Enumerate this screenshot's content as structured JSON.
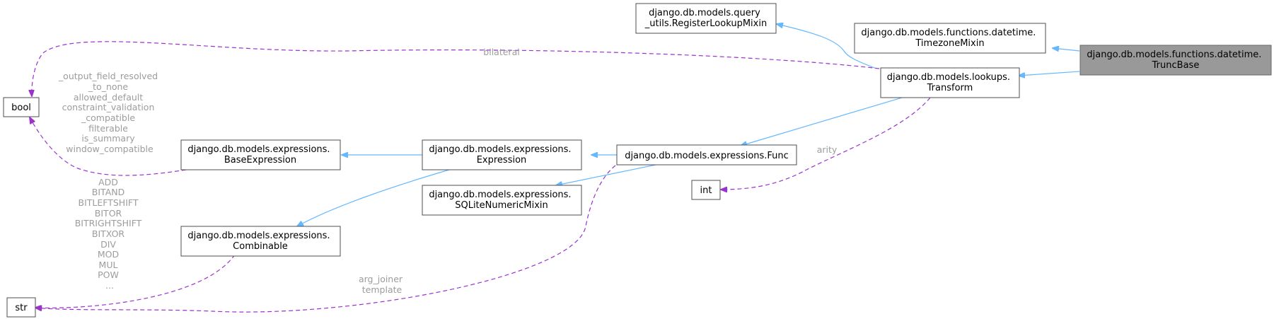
{
  "diagram": {
    "nodes": {
      "truncbase": [
        "django.db.models.functions.datetime.",
        "TruncBase"
      ],
      "timezonemixin": [
        "django.db.models.functions.datetime.",
        "TimezoneMixin"
      ],
      "registerlookupmixin": [
        "django.db.models.query",
        "_utils.RegisterLookupMixin"
      ],
      "transform": [
        "django.db.models.lookups.",
        "Transform"
      ],
      "func": [
        "django.db.models.expressions.Func"
      ],
      "expression": [
        "django.db.models.expressions.",
        "Expression"
      ],
      "sqlitenumericmixin": [
        "django.db.models.expressions.",
        "SQLiteNumericMixin"
      ],
      "baseexpression": [
        "django.db.models.expressions.",
        "BaseExpression"
      ],
      "combinable": [
        "django.db.models.expressions.",
        "Combinable"
      ],
      "bool": [
        "bool"
      ],
      "int": [
        "int"
      ],
      "str": [
        "str"
      ]
    },
    "edge_labels": {
      "bilateral": [
        "bilateral"
      ],
      "arity": [
        "arity"
      ],
      "bool_attrs": [
        "_output_field_resolved",
        "_to_none",
        "allowed_default",
        "constraint_validation",
        "_compatible",
        "filterable",
        "is_summary",
        "window_compatible"
      ],
      "str_combinable": [
        "ADD",
        "BITAND",
        "BITLEFTSHIFT",
        "BITOR",
        "BITRIGHTSHIFT",
        "BITXOR",
        "DIV",
        "MOD",
        "MUL",
        "POW",
        "..."
      ],
      "str_func": [
        "arg_joiner",
        "template"
      ]
    },
    "colors": {
      "inheritance_edge": "#63b8ff",
      "usage_edge": "#9a32cd",
      "focus_node_fill": "#999999",
      "label_text": "#9c9c9c"
    }
  }
}
